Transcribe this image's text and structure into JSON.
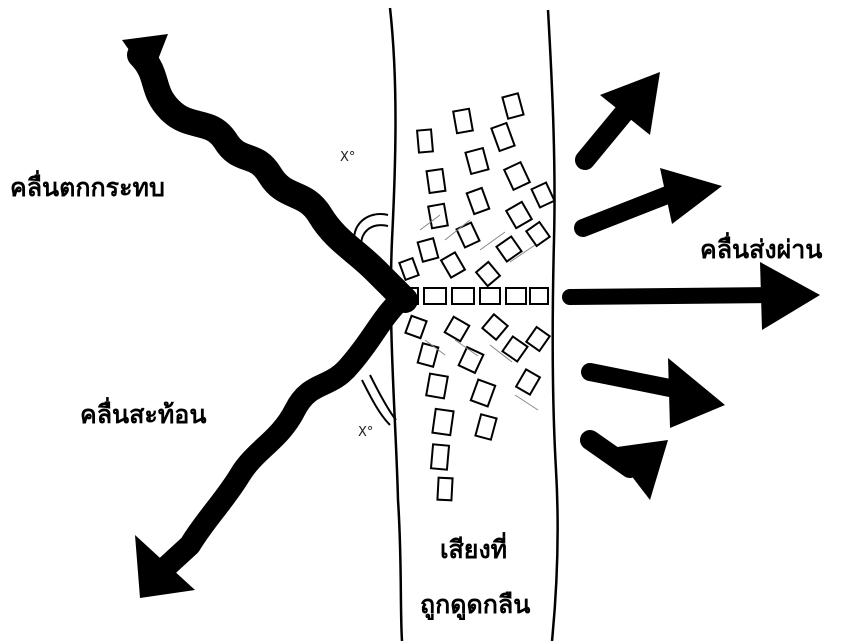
{
  "labels": {
    "incident": "คลื่นตกกระทบ",
    "reflected": "คลื่นสะท้อน",
    "transmitted": "คลื่นส่งผ่าน",
    "absorbed_line1": "เสียงที่",
    "absorbed_line2": "ถูกดูดกลืน",
    "angle_top": "X°",
    "angle_bottom": "X°"
  },
  "colors": {
    "ink": "#000000",
    "background": "#ffffff"
  }
}
